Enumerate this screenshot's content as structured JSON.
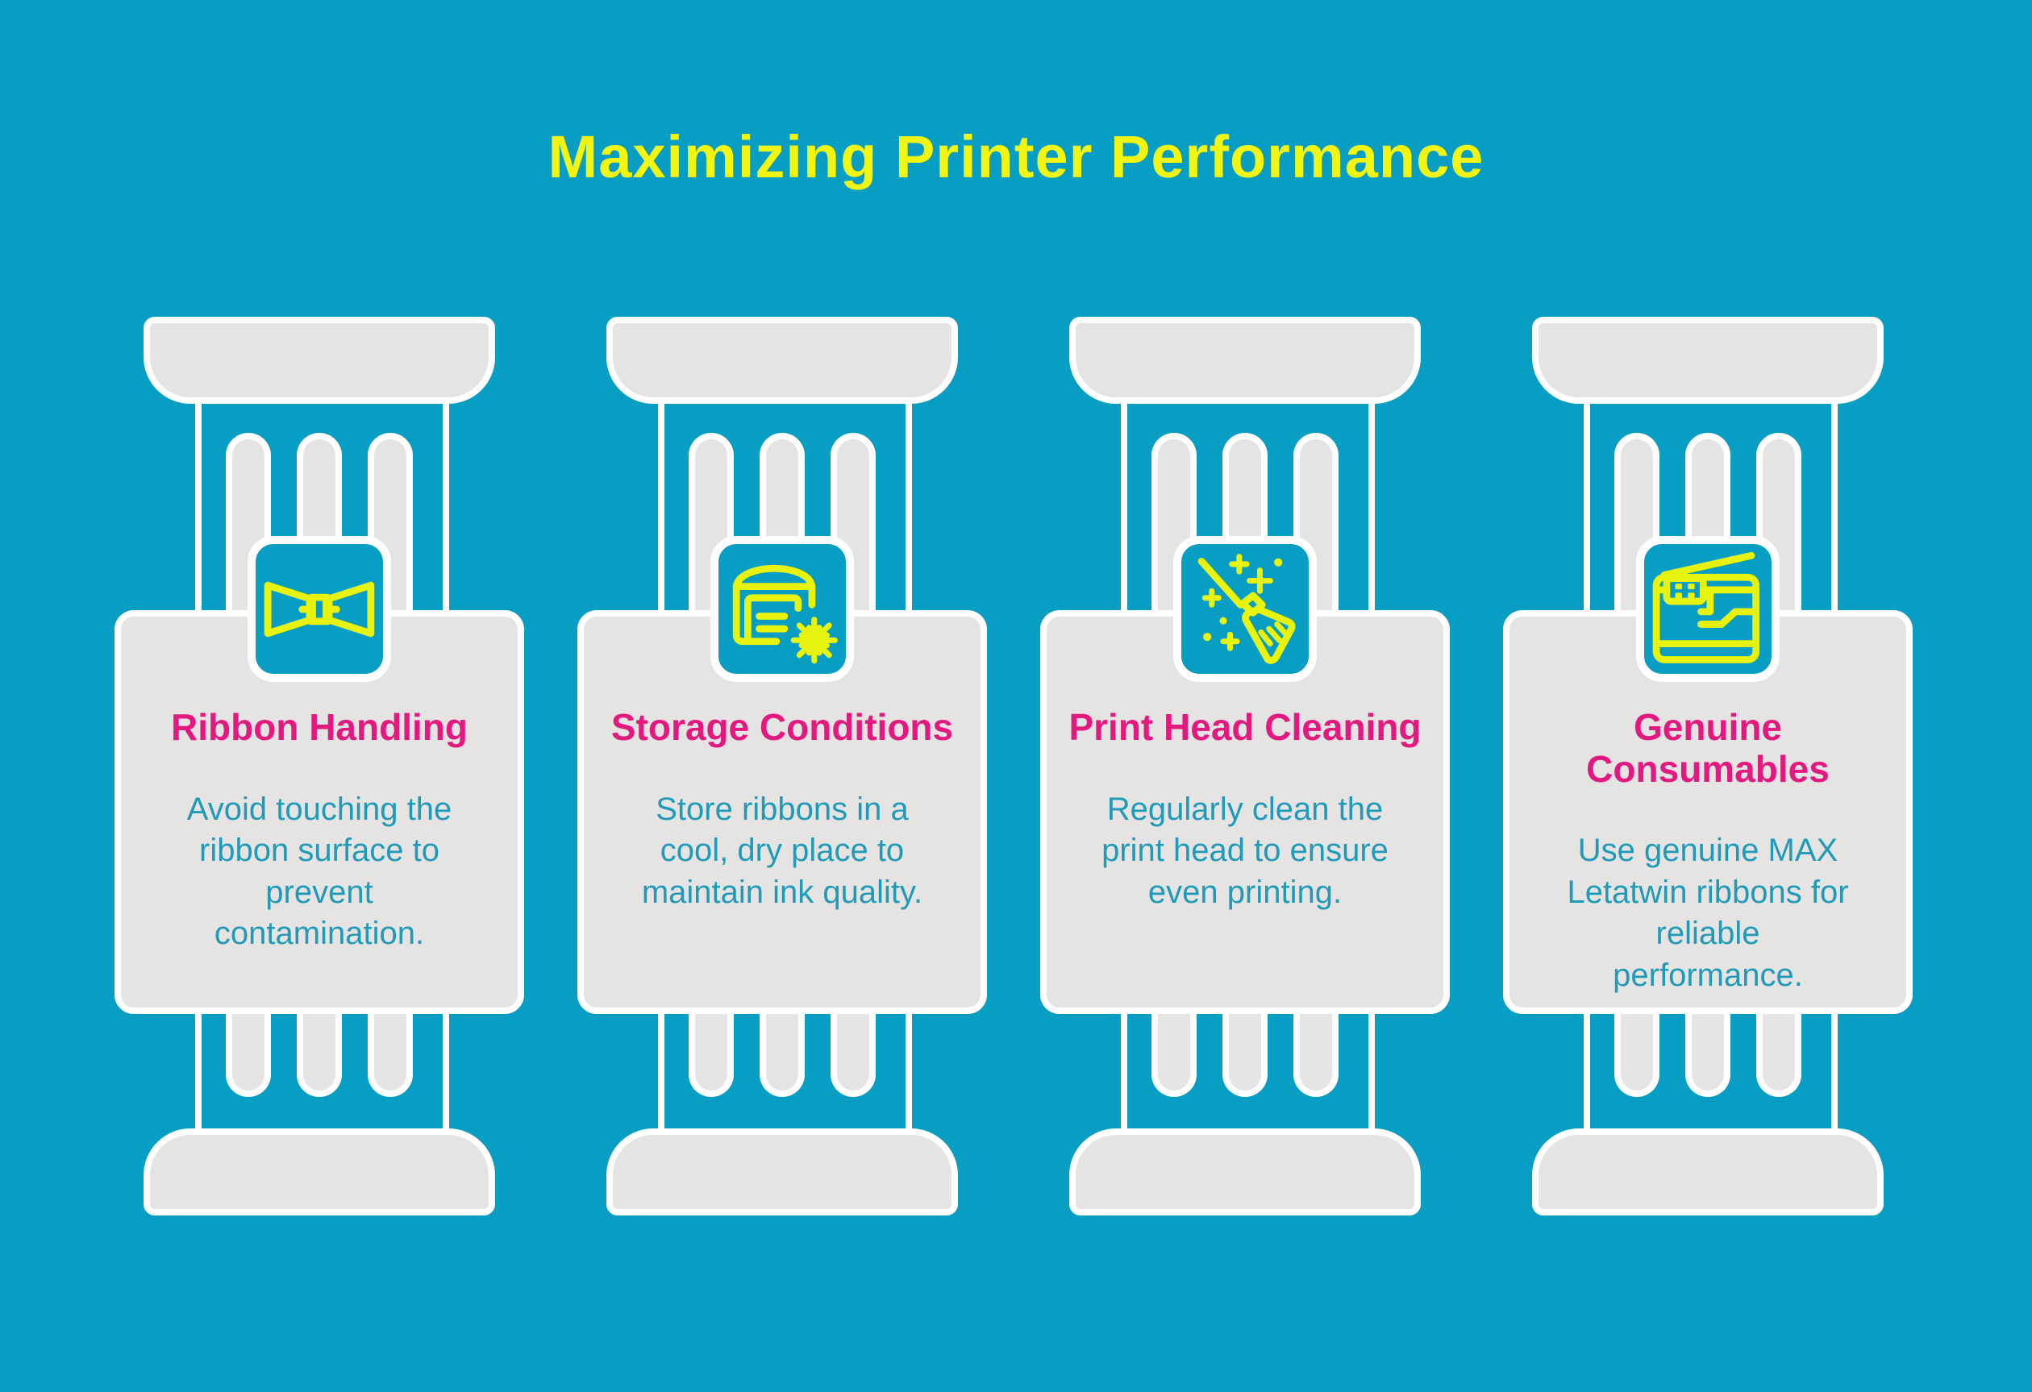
{
  "page": {
    "title": "Maximizing Printer Performance"
  },
  "colors": {
    "background_teal": "#089EC3",
    "pillar_gray": "#E5E4E2",
    "outline_white": "#FFFFFF",
    "title_yellow": "#F2F512",
    "icon_yellow": "#E7F20E",
    "card_title_pink": "#E3197F",
    "card_body_teal": "#1F9AB8"
  },
  "cards": [
    {
      "icon": "bowtie-ribbon-icon",
      "title": "Ribbon Handling",
      "body": "Avoid touching the\nribbon surface to\nprevent\ncontamination."
    },
    {
      "icon": "cold-storage-icon",
      "title": "Storage Conditions",
      "body": "Store ribbons in a\ncool, dry place to\nmaintain ink quality."
    },
    {
      "icon": "broom-sparkle-icon",
      "title": "Print Head Cleaning",
      "body": "Regularly clean the\nprint head to ensure\neven printing."
    },
    {
      "icon": "printer-copier-icon",
      "title": "Genuine\nConsumables",
      "body": "Use genuine MAX\nLetatwin ribbons for\nreliable\nperformance."
    }
  ]
}
